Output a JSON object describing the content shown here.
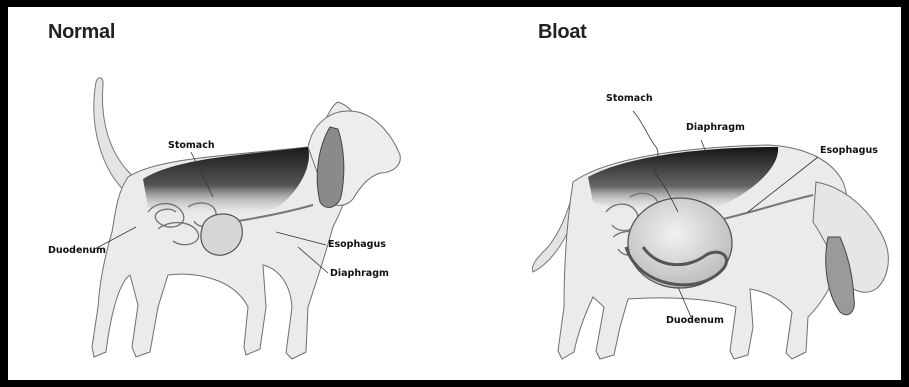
{
  "panels": {
    "normal": {
      "title": "Normal",
      "labels": {
        "stomach": "Stomach",
        "duodenum": "Duodenum",
        "esophagus": "Esophagus",
        "diaphragm": "Diaphragm"
      }
    },
    "bloat": {
      "title": "Bloat",
      "labels": {
        "stomach": "Stomach",
        "diaphragm": "Diaphragm",
        "esophagus": "Esophagus",
        "duodenum": "Duodenum"
      }
    }
  },
  "colors": {
    "border": "#000000",
    "background": "#ffffff",
    "dog_body": "#e9e9e9",
    "dog_shadow": "#1f1f1f",
    "organ": "#d8d8d8",
    "text": "#111111"
  }
}
